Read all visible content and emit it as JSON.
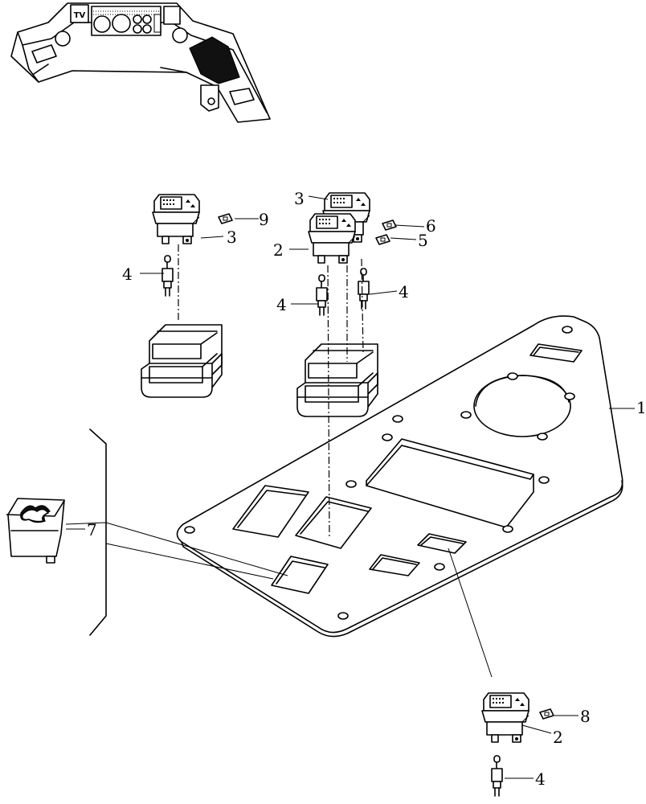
{
  "inset": {
    "panel_badge": "TV"
  },
  "callouts": [
    {
      "id": "panel",
      "text": "1"
    },
    {
      "id": "switch-lower-right",
      "text": "2"
    },
    {
      "id": "switch-middle-front",
      "text": "2"
    },
    {
      "id": "switch-middle-rear",
      "text": "3"
    },
    {
      "id": "switch-left",
      "text": "3"
    },
    {
      "id": "connector-left",
      "text": "4"
    },
    {
      "id": "connector-middle-left",
      "text": "4"
    },
    {
      "id": "connector-middle-right",
      "text": "4"
    },
    {
      "id": "connector-lower-right",
      "text": "4"
    },
    {
      "id": "symbol-middle-lower",
      "text": "5"
    },
    {
      "id": "symbol-middle-upper",
      "text": "6"
    },
    {
      "id": "rotary-switch",
      "text": "7"
    },
    {
      "id": "symbol-lower-right",
      "text": "8"
    },
    {
      "id": "symbol-left",
      "text": "9"
    }
  ]
}
